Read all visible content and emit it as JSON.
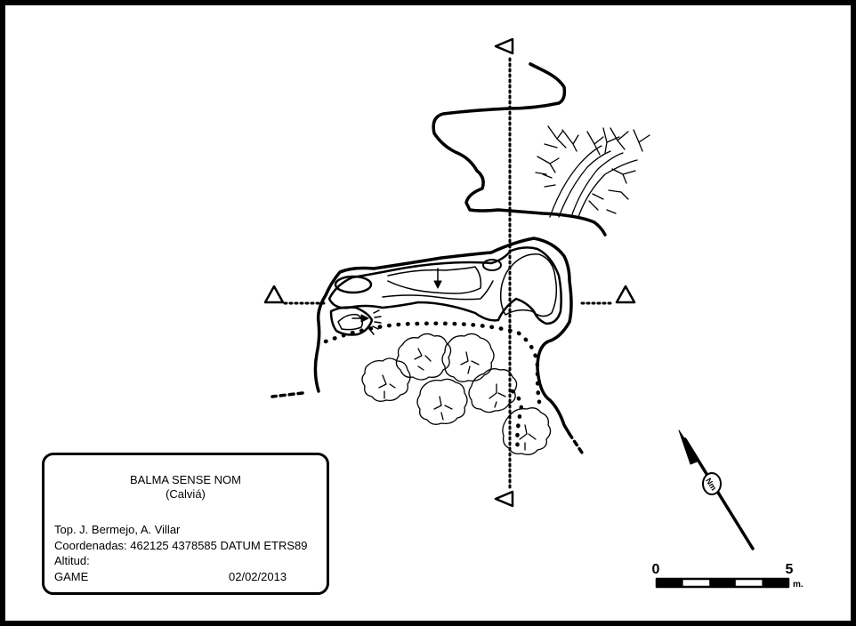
{
  "info": {
    "name": "BALMA SENSE NOM",
    "location": "(Calviá)",
    "topography": "Top.  J. Bermejo, A. Villar",
    "coordinates": "Coordenadas: 462125 4378585 DATUM ETRS89",
    "altitude": "Altitud:",
    "group": "GAME",
    "date": "02/02/2013"
  },
  "scale": {
    "start_label": "0",
    "end_label": "5",
    "unit_label": "m."
  },
  "north_arrow": {
    "label": "Nm"
  },
  "colors": {
    "ink": "#000000",
    "paper": "#ffffff"
  }
}
